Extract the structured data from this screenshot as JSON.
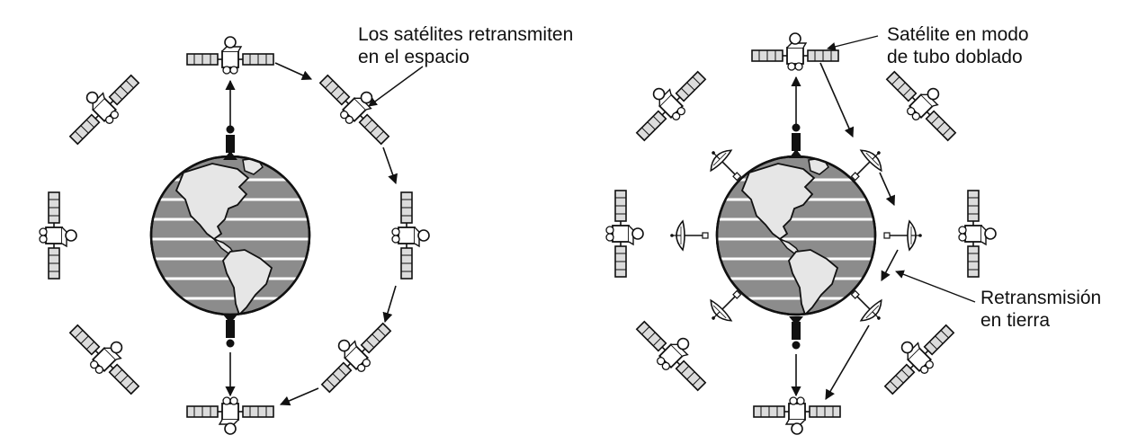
{
  "labels": {
    "space_relay": {
      "line1": "Los satélites retransmiten",
      "line2": "en el espacio"
    },
    "bent_pipe": {
      "line1": "Satélite en modo",
      "line2": "de tubo doblado"
    },
    "ground_relay": {
      "line1": "Retransmisión",
      "line2": "en tierra"
    }
  },
  "colors": {
    "ink": "#111111",
    "ocean": "#8c8c8c",
    "land": "#e6e6e6",
    "panel": "#d9d9d9"
  },
  "icons": {
    "satellite": "satellite-icon",
    "earth": "earth-globe-icon",
    "dish": "ground-dish-antenna-icon",
    "person": "person-icon"
  }
}
